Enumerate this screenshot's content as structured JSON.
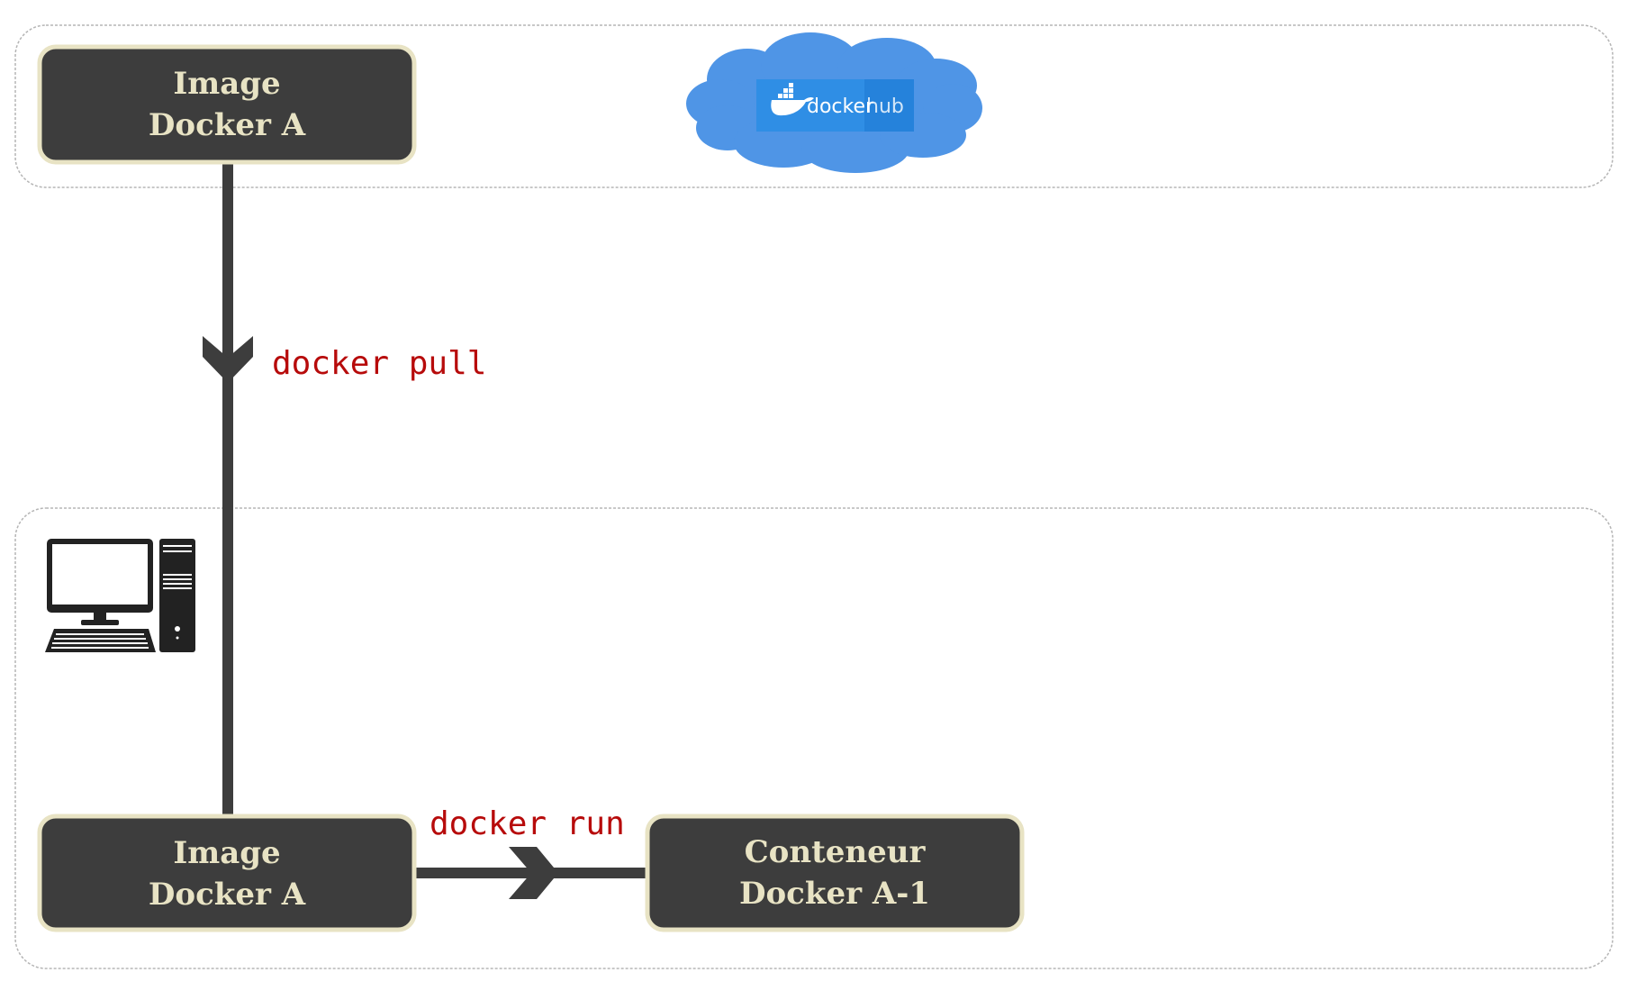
{
  "zones": {
    "registry": {
      "logo_text": "docker",
      "logo_text_suffix": "hub"
    },
    "host": {
      "icon": "desktop-computer-icon"
    }
  },
  "nodes": {
    "image_remote": {
      "line1": "Image",
      "line2": "Docker A"
    },
    "image_local": {
      "line1": "Image",
      "line2": "Docker A"
    },
    "container": {
      "line1": "Conteneur",
      "line2": "Docker A-1"
    }
  },
  "edges": {
    "pull": {
      "label": "docker pull"
    },
    "run": {
      "label": "docker run"
    }
  },
  "colors": {
    "node_fill": "#3d3d3d",
    "node_border": "#e8e3c4",
    "node_text": "#e8e3c4",
    "arrow": "#3d3d3d",
    "command_text": "#b70b0b",
    "cloud": "#4f95e6",
    "hub_badge": "#2f8ee5",
    "zone_border": "#b5b5b5"
  }
}
